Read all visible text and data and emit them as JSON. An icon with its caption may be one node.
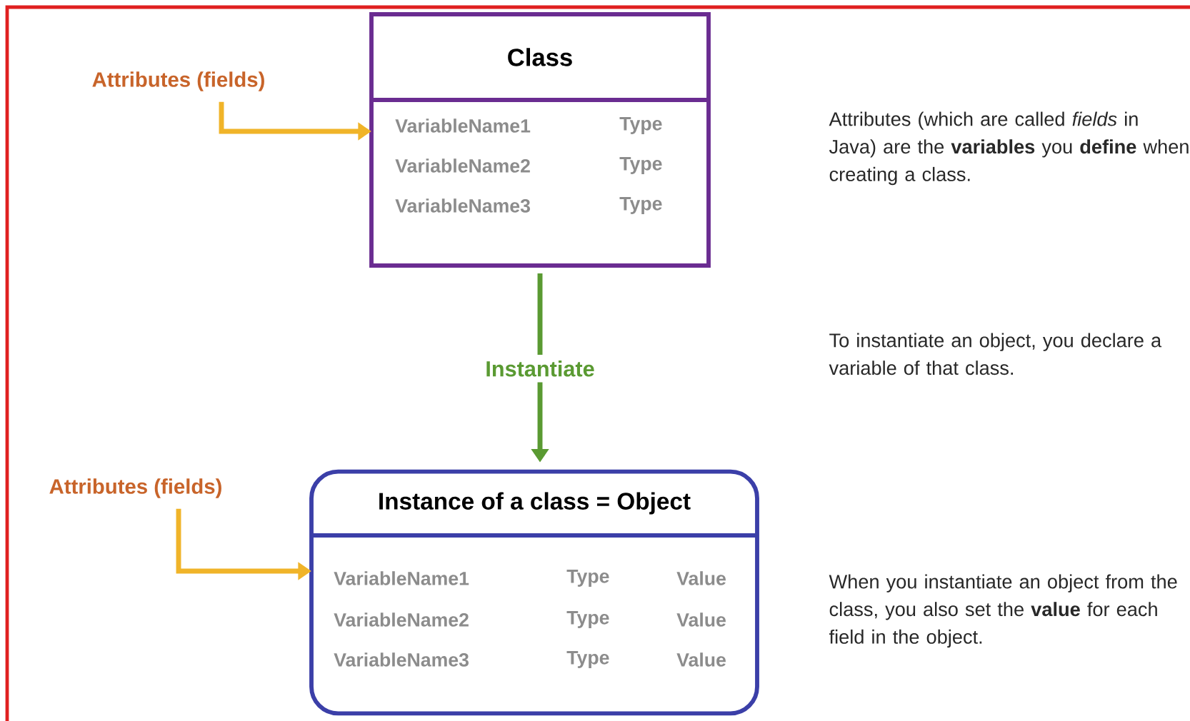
{
  "diagram": {
    "nodes": [
      {
        "text": [
          "Attributes (fields)"
        ]
      },
      {
        "text": [
          "Class"
        ]
      },
      {
        "text": [
          "VariableName1",
          "Type",
          "VariableName2",
          "Type",
          "VariableName3",
          "Type"
        ],
        "in": 1
      },
      {
        "text": [
          "Attributes (fields)"
        ]
      },
      {
        "text": [
          "Instance of a class = Object"
        ]
      },
      {
        "text": [
          "VariableName1",
          "Type",
          "Value",
          "VariableName2",
          "Type",
          "Value",
          "VariableName3",
          "Type",
          "Value"
        ],
        "in": 4
      }
    ],
    "edges": [
      {
        "from": 0,
        "to": 2,
        "arrow": "to"
      },
      {
        "from": 1,
        "to": 4,
        "arrow": "to",
        "label": "Instantiate",
        "color": "#5a9a32"
      },
      {
        "from": 3,
        "to": 5,
        "arrow": "to"
      }
    ],
    "labels": [
      "Attributes (which are called *fields* in Java) are the **variables** you **define** when creating a class.",
      "To instantiate an object, you declare a variable of that class.",
      "When you instantiate an object from the class, you also set the **value** for each field in the object."
    ]
  }
}
